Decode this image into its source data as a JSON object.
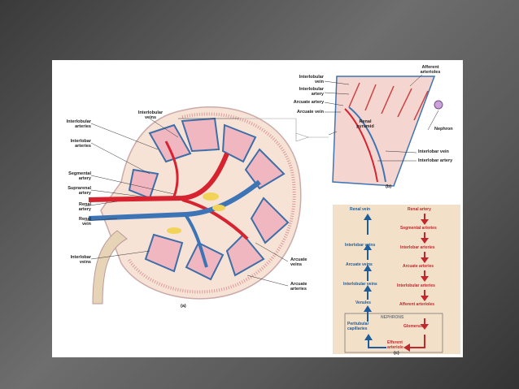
{
  "panel_a": {
    "caption": "(a)",
    "labels": {
      "interlobular_arteries": "Interlobular\narteries",
      "interlobular_veins": "Interlobular\nveins",
      "interlobar_arteries": "Interlobar\narteries",
      "segmental_artery": "Segmental\nartery",
      "suprarenal_artery": "Suprarenal\nartery",
      "renal_artery": "Renal\nartery",
      "renal_vein": "Renal\nvein",
      "interlobar_veins": "Interlobar\nveins",
      "arcuate_veins": "Arcuate\nveins",
      "arcuate_arteries": "Arcuate\narteries"
    }
  },
  "panel_b": {
    "caption": "(b)",
    "labels": {
      "interlobular_vein": "Interlobular\nvein",
      "interlobular_artery": "Interlobular\nartery",
      "arcuate_artery": "Arcuate artery",
      "arcuate_vein": "Arcuate vein",
      "afferent_arterioles": "Afferent\narterioles",
      "renal_pyramid": "Renal\npyramid",
      "nephron": "Nephron",
      "interlobar_vein": "Interlobar vein",
      "interlobar_artery": "Interlobar artery"
    }
  },
  "panel_c": {
    "caption": "(c)",
    "veins": [
      "Renal vein",
      "Interlobar veins",
      "Arcuate veins",
      "Interlobular veins",
      "Venules"
    ],
    "arteries": [
      "Renal artery",
      "Segmental arteries",
      "Interlobar arteries",
      "Arcuate arteries",
      "Interlobular arteries",
      "Afferent arterioles"
    ],
    "nephrons": "NEPHRONS",
    "peritubular": "Peritubular\ncapillaries",
    "glomerulus": "Glomerulus",
    "efferent": "Efferent\narteriole",
    "colors": {
      "vein": "#1d5d9b",
      "artery": "#c1272d",
      "background": "#f3e0c9"
    }
  }
}
